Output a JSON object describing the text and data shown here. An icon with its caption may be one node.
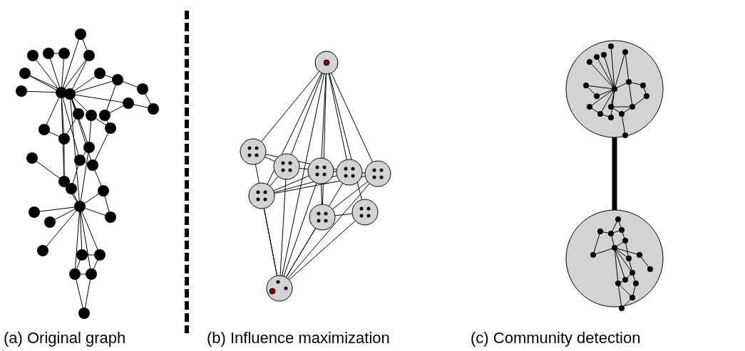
{
  "diagram": {
    "labels": [
      "(a) Original graph",
      "(b) Influence maximization",
      "(c) Community detection"
    ]
  }
}
